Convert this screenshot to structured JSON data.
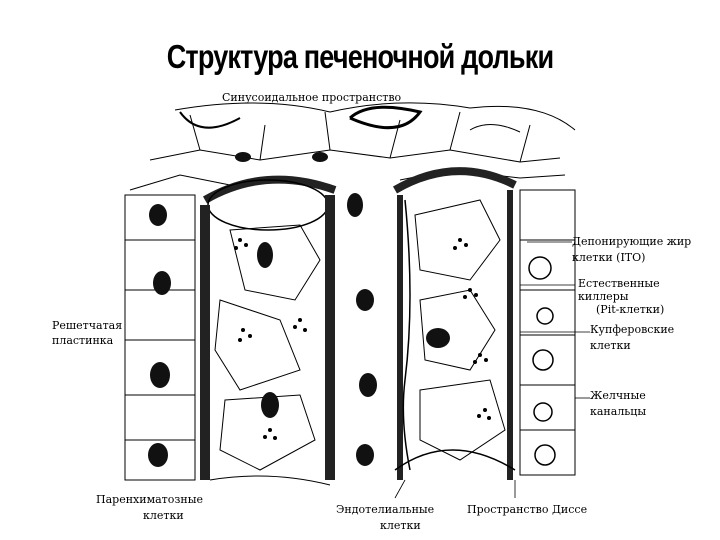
{
  "title": "Структура печеночной дольки",
  "labels": {
    "sinusoid_space": "Синусоидальное пространство",
    "ito_line1": "Депонирующие жир",
    "ito_line2": "клетки (ITO)",
    "nk_line1": "Естественные",
    "nk_line2": "киллеры",
    "nk_line3": "(Pit-клетки)",
    "kupffer_line1": "Купферовские",
    "kupffer_line2": "клетки",
    "bile_line1": "Желчные",
    "bile_line2": "канальцы",
    "reticular_line1": "Решетчатая",
    "reticular_line2": "пластинка",
    "parenchymal_line1": "Паренхиматозные",
    "parenchymal_line2": "клетки",
    "endothelial_line1": "Эндотелиальные",
    "endothelial_line2": "клетки",
    "disse_space": "Пространство Диссе"
  }
}
